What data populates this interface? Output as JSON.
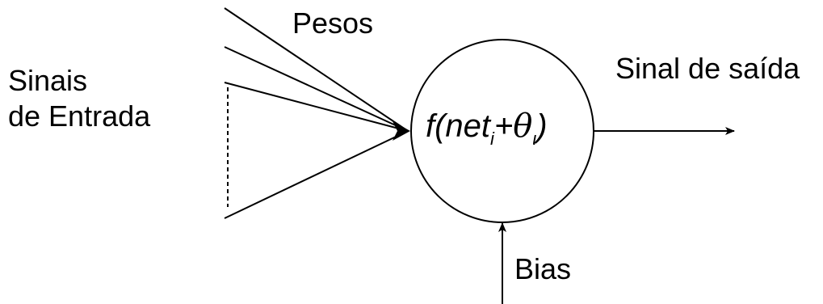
{
  "labels": {
    "input_line1": "Sinais",
    "input_line2": "de Entrada",
    "weights": "Pesos",
    "output": "Sinal de saída",
    "bias": "Bias"
  },
  "neuron": {
    "function": "f(net",
    "net_subscript": "i",
    "plus": "+",
    "theta": "θ",
    "theta_subscript": "ι",
    "close": ")"
  },
  "colors": {
    "stroke": "#000000",
    "background": "#ffffff"
  }
}
